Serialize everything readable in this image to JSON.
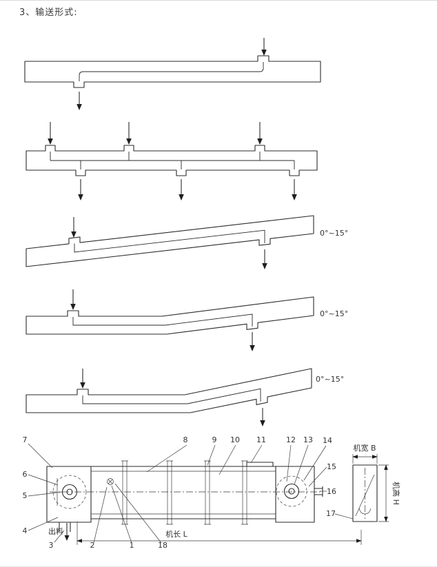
{
  "page": {
    "title": "3、输送形式:"
  },
  "diagrams": {
    "angle_label": "0°~15°"
  },
  "machine": {
    "discharge": "出料",
    "length": "机长 L",
    "width": "机宽 B",
    "height": "机高 H",
    "callouts": {
      "c1": "1",
      "c2": "2",
      "c3": "3",
      "c4": "4",
      "c5": "5",
      "c6": "6",
      "c7": "7",
      "c8": "8",
      "c9": "9",
      "c10": "10",
      "c11": "11",
      "c12": "12",
      "c13": "13",
      "c14": "14",
      "c15": "15",
      "c16": "16",
      "c17": "17",
      "c18": "18"
    }
  }
}
